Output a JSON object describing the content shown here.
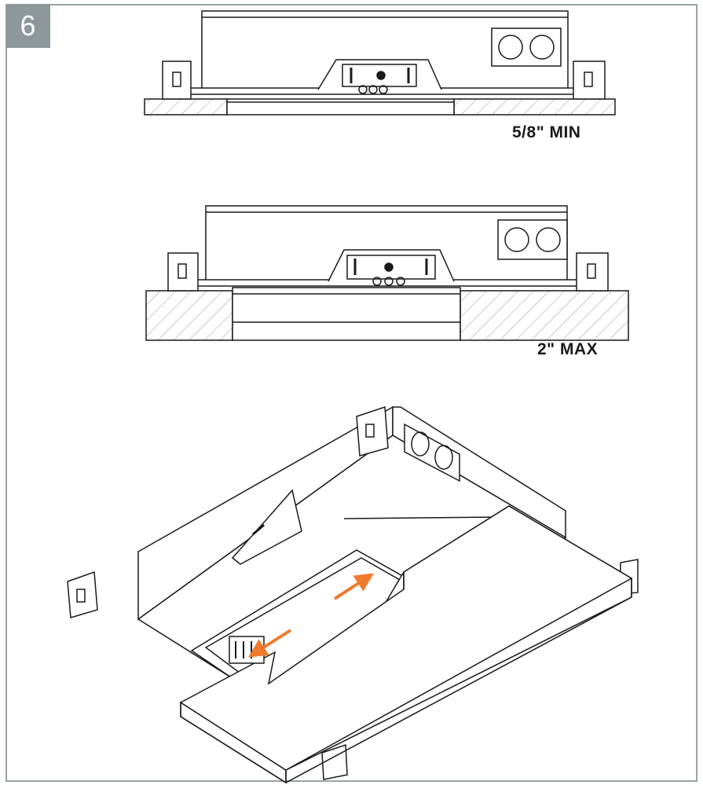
{
  "step": {
    "number": "6"
  },
  "views": {
    "min_label": "5/8\" MIN",
    "max_label": "2\" MAX"
  },
  "colors": {
    "frame": "#9aa2a6",
    "step_badge": "#8e979b",
    "arrow": "#f07a2c",
    "line": "#1a1a1a"
  },
  "icons": [
    "arrow-icon",
    "arrow-icon"
  ]
}
